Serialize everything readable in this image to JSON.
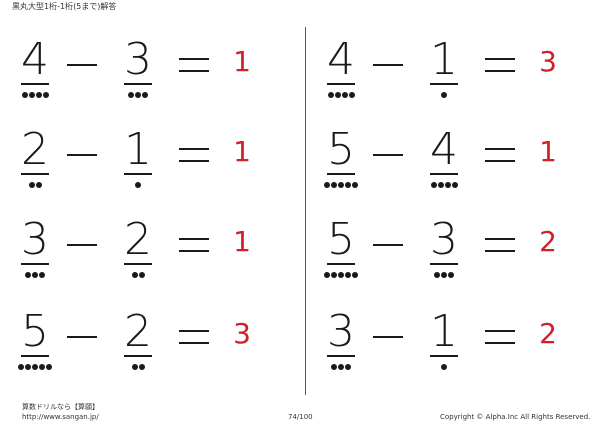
{
  "header": {
    "title": "黒丸大型1桁-1桁(5まで)解答"
  },
  "left_problems": [
    {
      "a": "4",
      "a_dots": 4,
      "b": "3",
      "b_dots": 3,
      "answer": "1"
    },
    {
      "a": "2",
      "a_dots": 2,
      "b": "1",
      "b_dots": 1,
      "answer": "1"
    },
    {
      "a": "3",
      "a_dots": 3,
      "b": "2",
      "b_dots": 2,
      "answer": "1"
    },
    {
      "a": "5",
      "a_dots": 5,
      "b": "2",
      "b_dots": 2,
      "answer": "3"
    }
  ],
  "right_problems": [
    {
      "a": "4",
      "a_dots": 4,
      "b": "1",
      "b_dots": 1,
      "answer": "3"
    },
    {
      "a": "5",
      "a_dots": 5,
      "b": "4",
      "b_dots": 4,
      "answer": "1"
    },
    {
      "a": "5",
      "a_dots": 5,
      "b": "3",
      "b_dots": 3,
      "answer": "2"
    },
    {
      "a": "3",
      "a_dots": 3,
      "b": "1",
      "b_dots": 1,
      "answer": "2"
    }
  ],
  "footer": {
    "brand": "算数ドリルなら【算願】",
    "url": "http://www.sangan.jp/",
    "page": "74/100",
    "copyright": "Copyright © Alpha.Inc All Rights Reserved."
  }
}
